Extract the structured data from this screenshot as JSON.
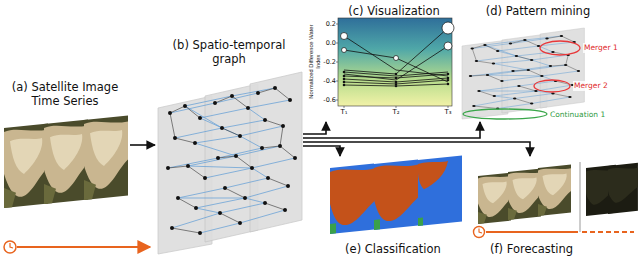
{
  "diagram": {
    "nodes": [
      {
        "text": [
          "(a) Satellite Image Time Series"
        ]
      },
      {
        "text": [
          "(b) Spatio-temporal graph"
        ]
      },
      {
        "text": [
          "(c) Visualization"
        ]
      },
      {
        "text": [
          "(d) Pattern mining"
        ]
      },
      {
        "text": [
          "(e) Classification"
        ]
      },
      {
        "text": [
          "(f) Forecasting"
        ]
      }
    ],
    "edges": [
      {
        "from": 0,
        "to": 1,
        "arrow": "to"
      },
      {
        "from": 1,
        "to": 2,
        "arrow": "to"
      },
      {
        "from": 1,
        "to": 3,
        "arrow": "to"
      },
      {
        "from": 1,
        "to": 4,
        "arrow": "to"
      },
      {
        "from": 1,
        "to": 5,
        "arrow": "to"
      }
    ],
    "labels": [
      "0.2",
      "0.0",
      "-0.2",
      "-0.4",
      "-0.6",
      "Normalized Difference Water Index",
      "T₁",
      "T₂",
      "T₃",
      "Merger 1",
      "Merger 2",
      "Continuation 1"
    ]
  }
}
